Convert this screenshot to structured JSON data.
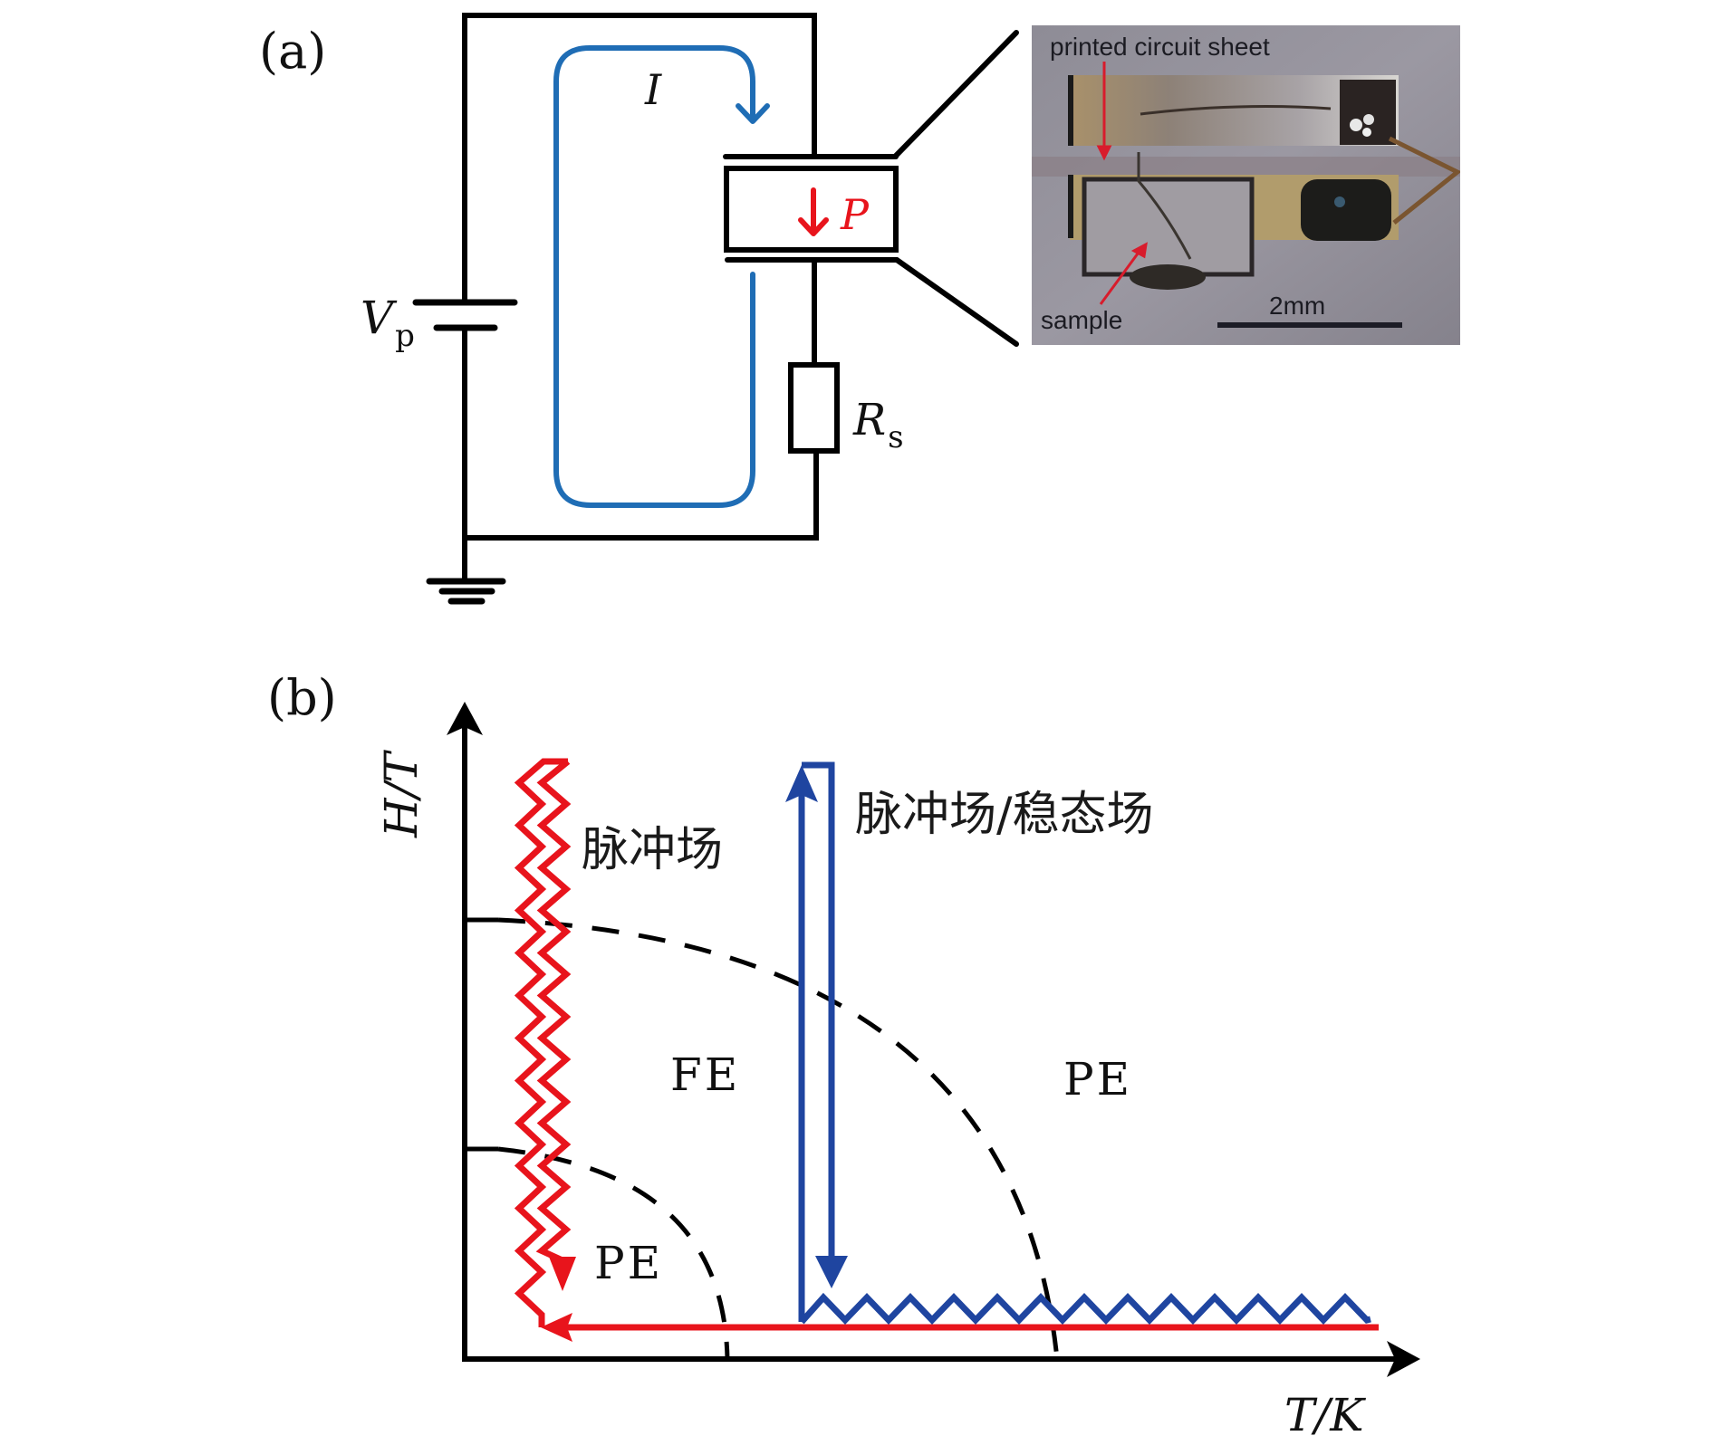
{
  "panel_a": {
    "label": "(a)",
    "circuit": {
      "source_label": "V",
      "source_subscript": "p",
      "resistor_label": "R",
      "resistor_subscript": "s",
      "current_label": "I",
      "polarization_label": "P",
      "colors": {
        "wire": "#000000",
        "current": "#1f6db5",
        "polarization": "#e8141c"
      }
    },
    "photo": {
      "label_top": "printed circuit sheet",
      "label_bottom": "sample",
      "scale_bar": "2mm",
      "arrow_color": "#d81c2c"
    }
  },
  "panel_b": {
    "label": "(b)",
    "colors": {
      "pulsed": "#e8141c",
      "steady": "#1f45a0",
      "boundary": "#000000"
    },
    "labels": {
      "pulsed_field": "脉冲场",
      "pulsed_or_steady_field": "脉冲场/稳态场",
      "fe_region": "FE",
      "pe_low": "PE",
      "pe_high": "PE"
    }
  },
  "chart_data": {
    "type": "phase-diagram",
    "title": "",
    "xlabel": "T/K",
    "ylabel": "H/T",
    "x_ticks": [],
    "y_ticks": [],
    "grid": false,
    "regions": [
      "FE",
      "PE",
      "PE"
    ],
    "boundaries": [
      {
        "name": "inner-phase-boundary",
        "style": "dashed",
        "from_axis": "H",
        "to_axis": "T",
        "description": "lower quarter-ellipse enclosing low-T PE region"
      },
      {
        "name": "outer-phase-boundary",
        "style": "dashed",
        "from_axis": "H",
        "to_axis": "T",
        "description": "upper quarter-ellipse separating FE from high-T PE"
      }
    ],
    "paths": [
      {
        "name": "pulsed-field-sweep",
        "label": "脉冲场",
        "color": "#e8141c",
        "description": "zigzag pulses at low T along H up and down, then temperature sweep back to low T"
      },
      {
        "name": "pulsed-steady-field-sweep",
        "label": "脉冲场/稳态场",
        "color": "#1f45a0",
        "description": "field sweep up and down at fixed T, then zigzag temperature sweep at low field"
      }
    ]
  }
}
